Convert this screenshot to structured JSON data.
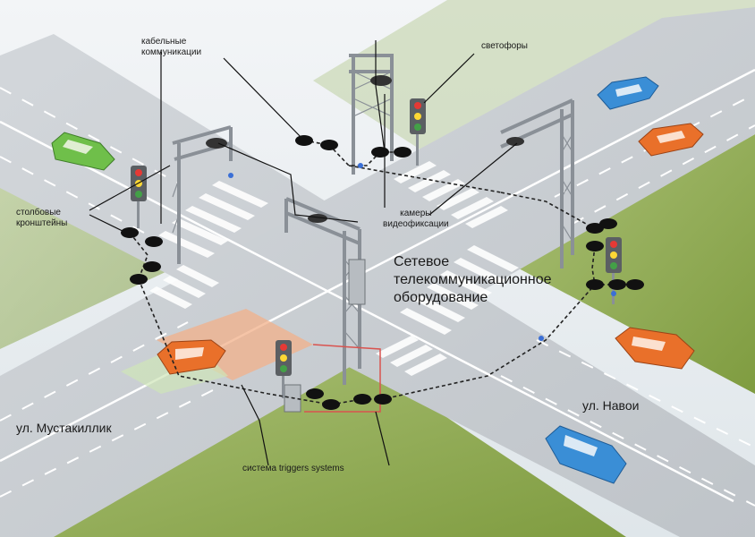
{
  "labels": {
    "cable_comm_1": "кабельные",
    "cable_comm_2": "коммуникации",
    "traffic_lights": "светофоры",
    "pole_brackets_1": "столбовые",
    "pole_brackets_2": "кронштейны",
    "cameras_1": "камеры",
    "cameras_2": "видеофиксации",
    "network_equipment_1": "Сетевое",
    "network_equipment_2": "телекоммуникационное",
    "network_equipment_3": "оборудование",
    "street_left": "ул. Мустакиллик",
    "street_right": "ул. Навои",
    "trigger_system": "система  triggers systems"
  },
  "colors": {
    "grass": "#8faa4e",
    "asphalt": "#c9cdd1",
    "road_marking": "#ffffff",
    "cable_node": "#111111",
    "detection_zone": "#f2b08a",
    "car_orange": "#e9702a",
    "car_blue": "#3a8ed6",
    "car_green": "#6fbf4a",
    "gantry": "#8a9097"
  }
}
